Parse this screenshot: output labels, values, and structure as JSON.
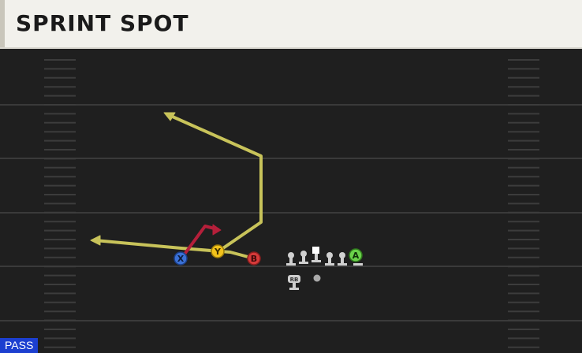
{
  "play": {
    "name": "SPRINT SPOT",
    "type_badge": "PASS"
  },
  "players": [
    {
      "id": "X",
      "label": "X",
      "color": "#3a70d6"
    },
    {
      "id": "Y",
      "label": "Y",
      "color": "#f2c21b"
    },
    {
      "id": "B",
      "label": "B",
      "color": "#d63a3a"
    },
    {
      "id": "A",
      "label": "A",
      "color": "#6ad04a"
    },
    {
      "id": "RB",
      "label": "RB",
      "color": "#cfcfcf"
    }
  ],
  "routes": [
    {
      "player": "Y",
      "color": "#c8c35a"
    },
    {
      "player": "B",
      "color": "#c8c35a"
    },
    {
      "player": "X",
      "color": "#b51f3a"
    }
  ],
  "colors": {
    "field": "#1f1f1f",
    "yard_line": "#3a3a3a",
    "hash": "#3c3c3c",
    "header_bg": "#f2f1ec",
    "badge_bg": "#1c3fd0"
  }
}
